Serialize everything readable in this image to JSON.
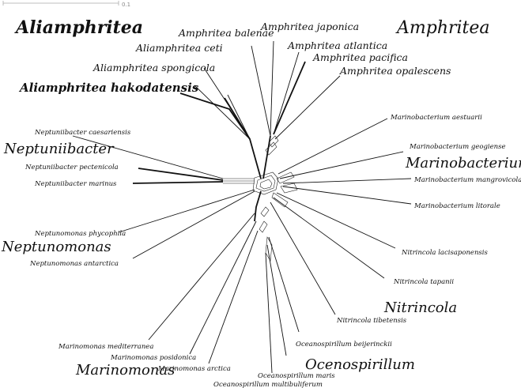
{
  "scale_bar": {
    "label": "0.1"
  },
  "genera": {
    "aliamphritea": "Aliamphritea",
    "amphritea": "Amphritea",
    "neptuniibacter": "Neptuniibacter",
    "marinobacterium": "Marinobacterium",
    "neptunomonas": "Neptunomonas",
    "nitrincola": "Nitrincola",
    "marinomonas": "Marinomonas",
    "oceanospirillum": "Ocenospirillum"
  },
  "species": {
    "amphritea_balenae": "Amphritea balenae",
    "amphritea_japonica": "Amphritea japonica",
    "amphritea_atlantica": "Amphritea atlantica",
    "amphritea_pacifica": "Amphritea pacifica",
    "amphritea_opalescens": "Amphritea opalescens",
    "aliamphritea_ceti": "Aliamphritea ceti",
    "aliamphritea_spongicola": "Aliamphritea spongicola",
    "aliamphritea_hakodatensis": "Aliamphritea hakodatensis",
    "neptuniibacter_caesariensis": "Neptuniibacter caesariensis",
    "neptuniibacter_pectenicola": "Neptuniibacter pectenicola",
    "neptuniibacter_marinus": "Neptuniibacter marinus",
    "neptunomonas_phycophila": "Neptunomonas phycophila",
    "neptunomonas_antarctica": "Neptunomonas antarctica",
    "marinobacterium_aestuarii": "Marinobacterium aestuarii",
    "marinobacterium_geogiense": "Marinobacterium geogiense",
    "marinobacterium_mangrovicola": "Marinobacterium mangrovicola",
    "marinobacterium_litorale": "Marinobacterium litorale",
    "nitrincola_lacisaponensis": "Nitrincola lacisaponensis",
    "nitrincola_tapanii": "Nitrincola tapanii",
    "nitrincola_tibetensis": "Nitrincola tibetensis",
    "marinomonas_mediterranea": "Marinomonas mediterranea",
    "marinomonas_posidonica": "Marinomonas posidonica",
    "marinomonas_arctica": "Marinomonas arctica",
    "oceanospirillum_beijerinckii": "Oceanospirillum beijerinckii",
    "oceanospirillum_maris": "Oceanospirillum maris",
    "oceanospirillum_multibuliferum": "Oceanospirillum multibuliferum"
  }
}
